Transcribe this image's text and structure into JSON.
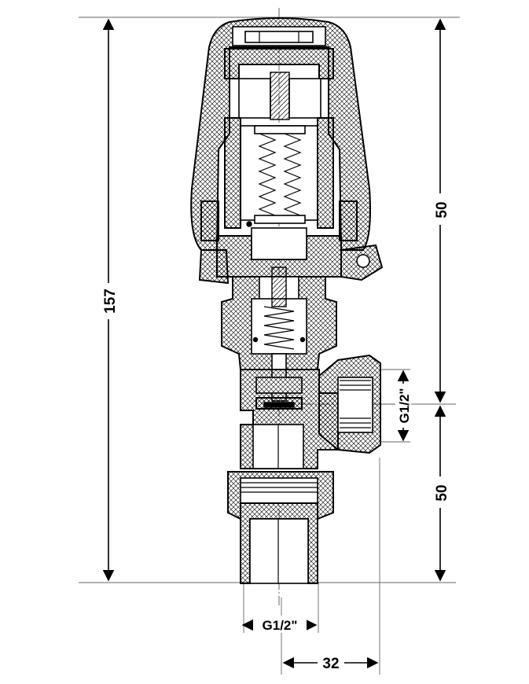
{
  "dimensions": {
    "total_height": "157",
    "upper_height": "50",
    "lower_height": "50",
    "side_thread": "G1/2\"",
    "bottom_thread": "G1/2\"",
    "offset": "32"
  },
  "icons": {
    "valve": "thermostatic-radiator-valve-section"
  }
}
